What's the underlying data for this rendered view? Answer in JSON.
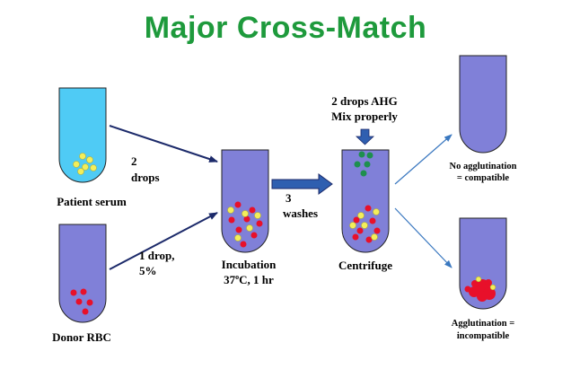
{
  "title": "Major Cross-Match",
  "colors": {
    "title": "#1e9a3c",
    "tube_blue": "#8080d8",
    "tube_cyan": "#4fcbf5",
    "rbc": "#e8102a",
    "serum_dot": "#f3ee5a",
    "ahg_dot": "#1e8f4e",
    "arrow_dark": "#1c2a6a",
    "arrow_blue": "#3a78c0"
  },
  "tubes": {
    "patient_serum": "Patient serum",
    "donor_rbc": "Donor RBC",
    "incubation_l1": "Incubation",
    "incubation_l2": "37",
    "incubation_sup": "o",
    "incubation_l2b": "C, 1 hr",
    "centrifuge": "Centrifuge",
    "no_agg_l1": "No agglutination",
    "no_agg_l2": "= compatible",
    "agg_l1": "Agglutination =",
    "agg_l2": "incompatible"
  },
  "steps": {
    "serum_l1": "2",
    "serum_l2": "drops",
    "rbc_l1": "1 drop,",
    "rbc_l2": "5%",
    "wash_l1": "3",
    "wash_l2": "washes",
    "ahg_l1": "2 drops AHG",
    "ahg_l2": "Mix properly"
  }
}
